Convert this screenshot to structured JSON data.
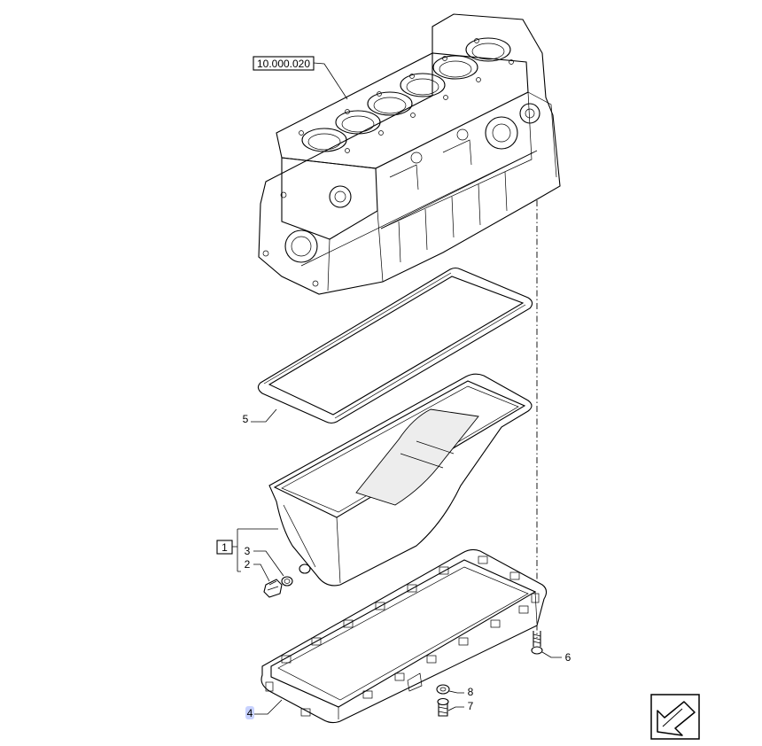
{
  "callouts": {
    "block_ref": "10.000.020",
    "group_ref": "1",
    "gasket_top": "5",
    "plug_washer": "3",
    "drain_plug": "2",
    "bedplate": "4",
    "screw_long": "6",
    "washer_small": "8",
    "screw_short": "7"
  },
  "colors": {
    "line": "#000000",
    "highlight": "#c8d2ff"
  },
  "icons": {
    "nav_corner": "navigate-arrow-icon"
  }
}
